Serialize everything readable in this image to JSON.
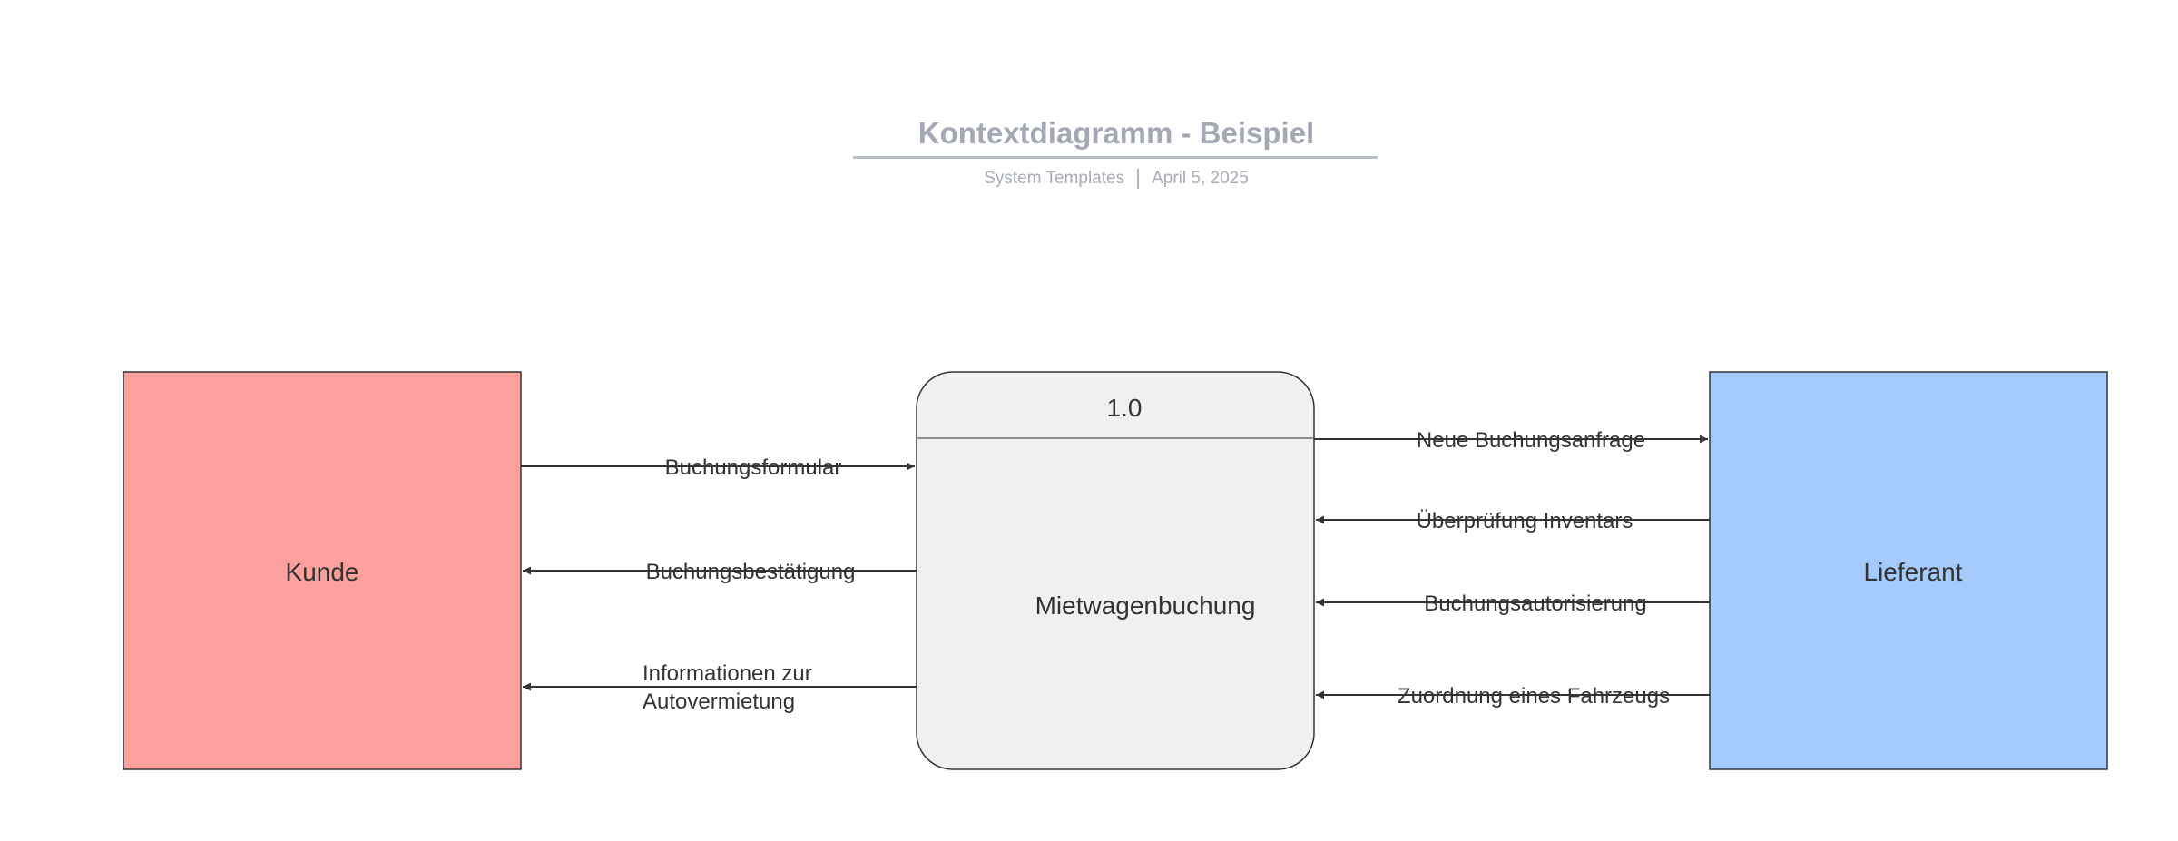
{
  "header": {
    "title": "Kontextdiagramm - Beispiel",
    "source": "System Templates",
    "date": "April 5, 2025"
  },
  "entities": {
    "customer": {
      "label": "Kunde",
      "fill": "#fca09e"
    },
    "supplier": {
      "label": "Lieferant",
      "fill": "#a5cafc"
    }
  },
  "process": {
    "id": "1.0",
    "label": "Mietwagenbuchung",
    "fill": "#eff0ef"
  },
  "flows": {
    "booking_form": "Buchungsformular",
    "booking_confirmation": "Buchungsbestätigung",
    "rental_info_line1": "Informationen zur",
    "rental_info_line2": "Autovermietung",
    "new_booking_request": "Neue Buchungsanfrage",
    "inventory_check": "Überprüfung Inventars",
    "booking_authorization": "Buchungsautorisierung",
    "vehicle_assignment": "Zuordnung eines Fahrzeugs"
  }
}
